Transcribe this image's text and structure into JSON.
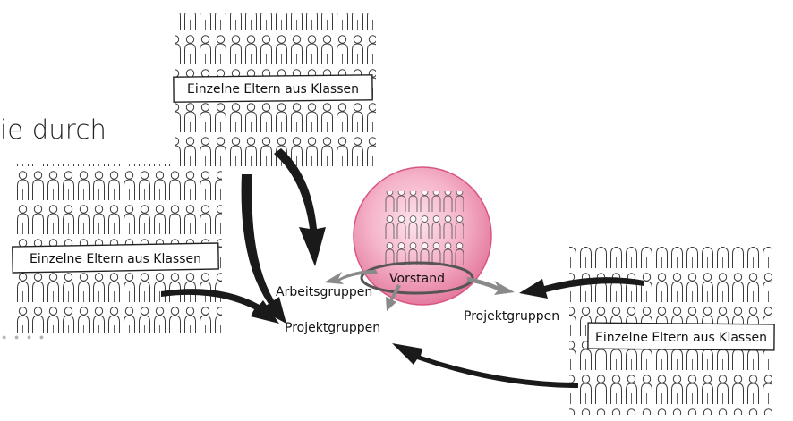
{
  "heading_fragment": "ie durch",
  "groups": {
    "top": {
      "label": "Einzelne Eltern aus Klassen"
    },
    "left": {
      "label": "Einzelne Eltern aus Klassen"
    },
    "right": {
      "label": "Einzelne Eltern aus Klassen"
    }
  },
  "center": {
    "label": "Vorstand",
    "accent_color": "#f2a9c2",
    "ring_color": "#d9557f"
  },
  "outcomes": {
    "arbeitsgruppen": "Arbeitsgruppen",
    "projektgruppen_left": "Projektgruppen",
    "projektgruppen_right": "Projektgruppen"
  },
  "icons": [
    "crowd-illustration",
    "board-members-illustration",
    "curved-arrow"
  ]
}
